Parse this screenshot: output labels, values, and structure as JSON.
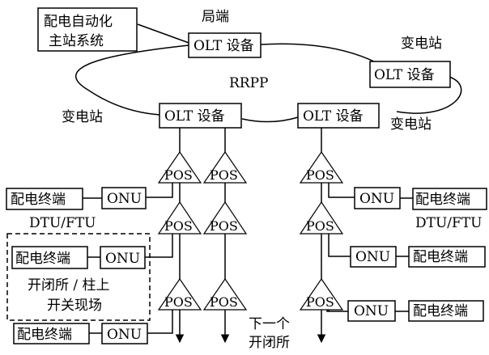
{
  "labels": {
    "master_line1": "配电自动化",
    "master_line2": "主站系统",
    "local_end": "局端",
    "olt": "OLT 设备",
    "substation": "变电站",
    "rrpp": "RRPP",
    "pos": "POS",
    "onu": "ONU",
    "terminal": "配电终端",
    "dtu_ftu": "DTU/FTU",
    "switch_line1": "开闭所 / 柱上",
    "switch_line2": "开关现场",
    "next_line1": "下一个",
    "next_line2": "开闭所"
  }
}
